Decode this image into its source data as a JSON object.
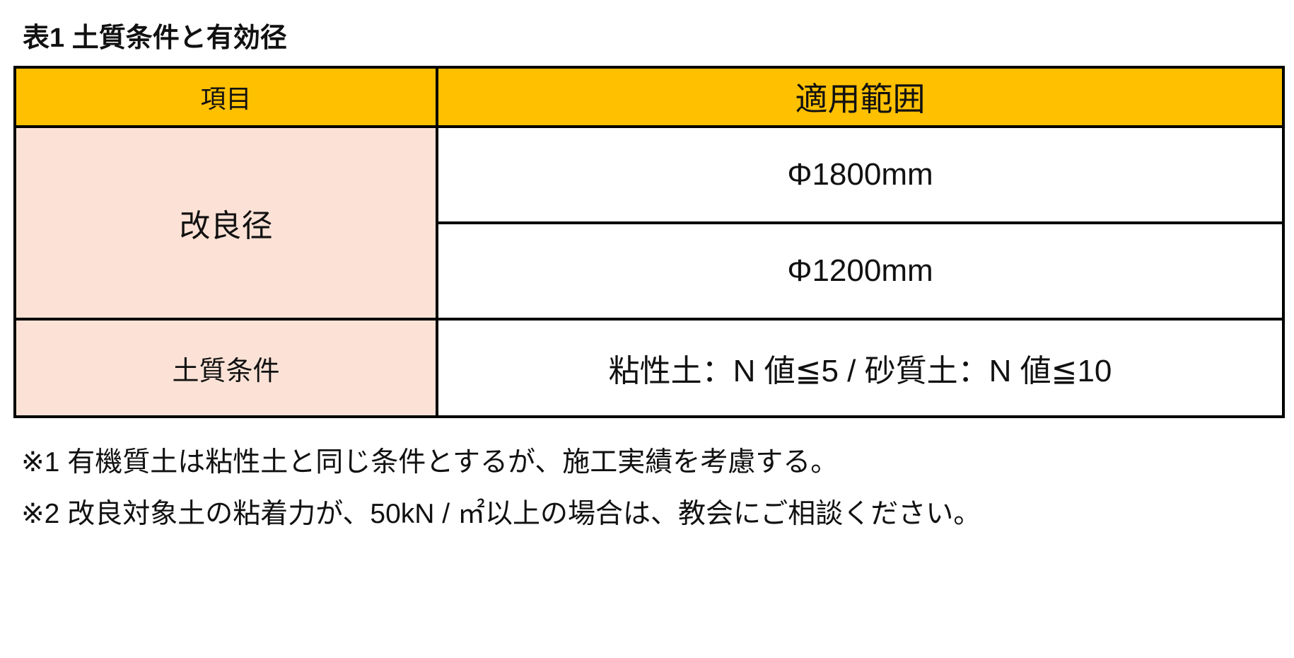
{
  "title": "表1 土質条件と有効径",
  "table": {
    "headers": [
      "項目",
      "適用範囲"
    ],
    "rows": [
      {
        "label": "改良径",
        "values": [
          "Φ1800mm",
          "Φ1200mm"
        ]
      },
      {
        "label": "土質条件",
        "values": [
          "粘性土：N 値≦5 / 砂質土：N 値≦10"
        ]
      }
    ]
  },
  "notes": [
    "※1 有機質土は粘性土と同じ条件とするが、施工実績を考慮する。",
    "※2 改良対象土の粘着力が、50kN / ㎡以上の場合は、教会にご相談ください。"
  ],
  "colors": {
    "header": "#FFC000",
    "label_bg": "#FCE2D6"
  }
}
